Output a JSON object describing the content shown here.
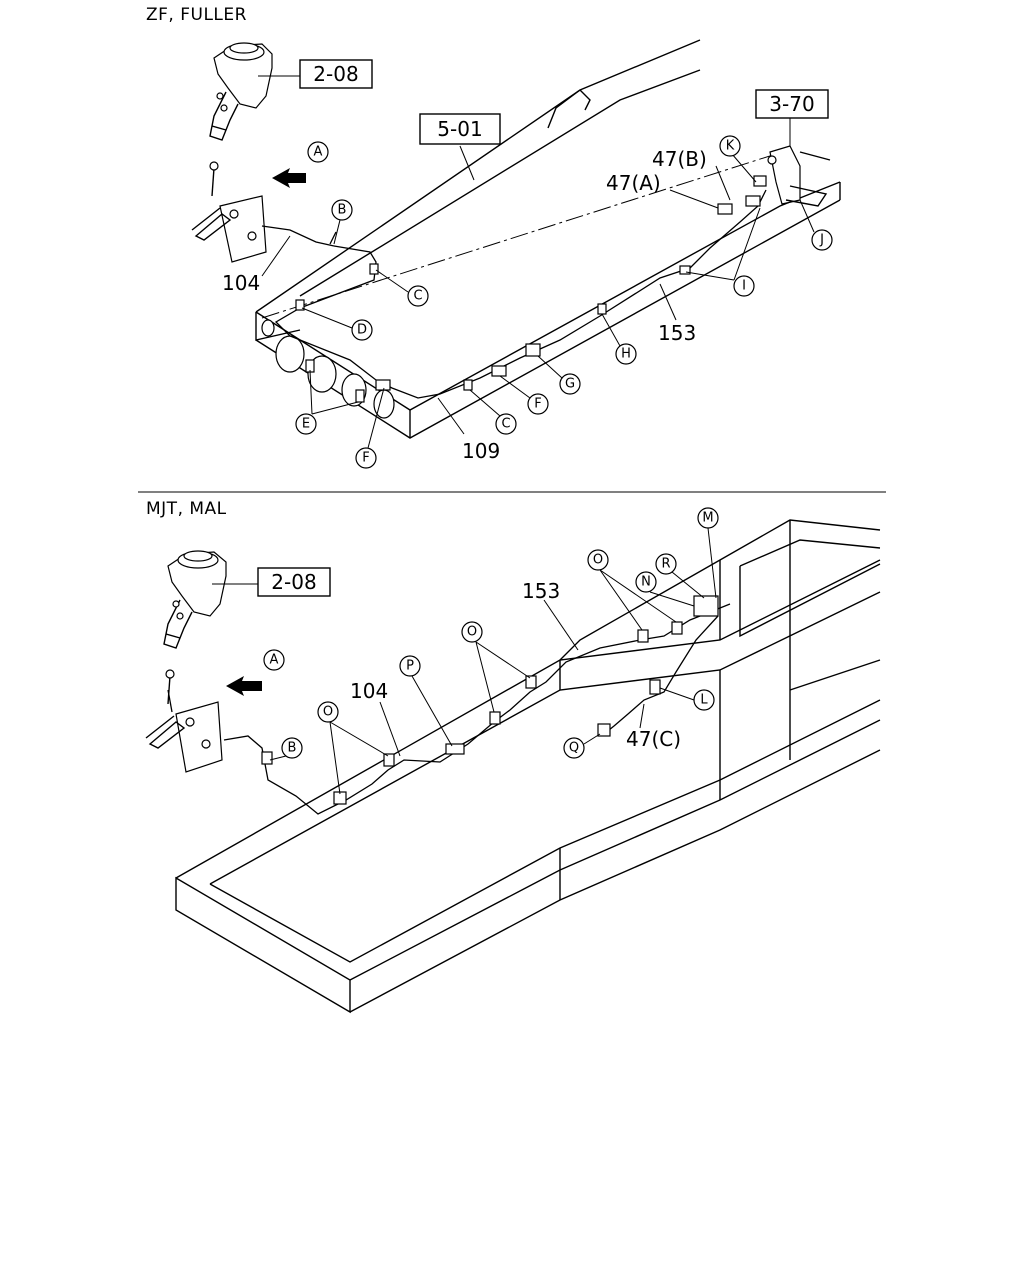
{
  "sections": [
    {
      "title": "ZF, FULLER",
      "ref_boxes": [
        "2-08",
        "5-01",
        "3-70"
      ],
      "part_numbers": [
        "47(B)",
        "47(A)",
        "104",
        "153",
        "109"
      ],
      "callouts": [
        "A",
        "B",
        "C",
        "D",
        "E",
        "F",
        "G",
        "H",
        "I",
        "J",
        "K",
        "C",
        "F"
      ]
    },
    {
      "title": "MJT, MAL",
      "ref_boxes": [
        "2-08"
      ],
      "part_numbers": [
        "153",
        "104",
        "47(C)"
      ],
      "callouts": [
        "A",
        "B",
        "O",
        "O",
        "O",
        "P",
        "N",
        "R",
        "M",
        "L",
        "Q"
      ]
    }
  ]
}
